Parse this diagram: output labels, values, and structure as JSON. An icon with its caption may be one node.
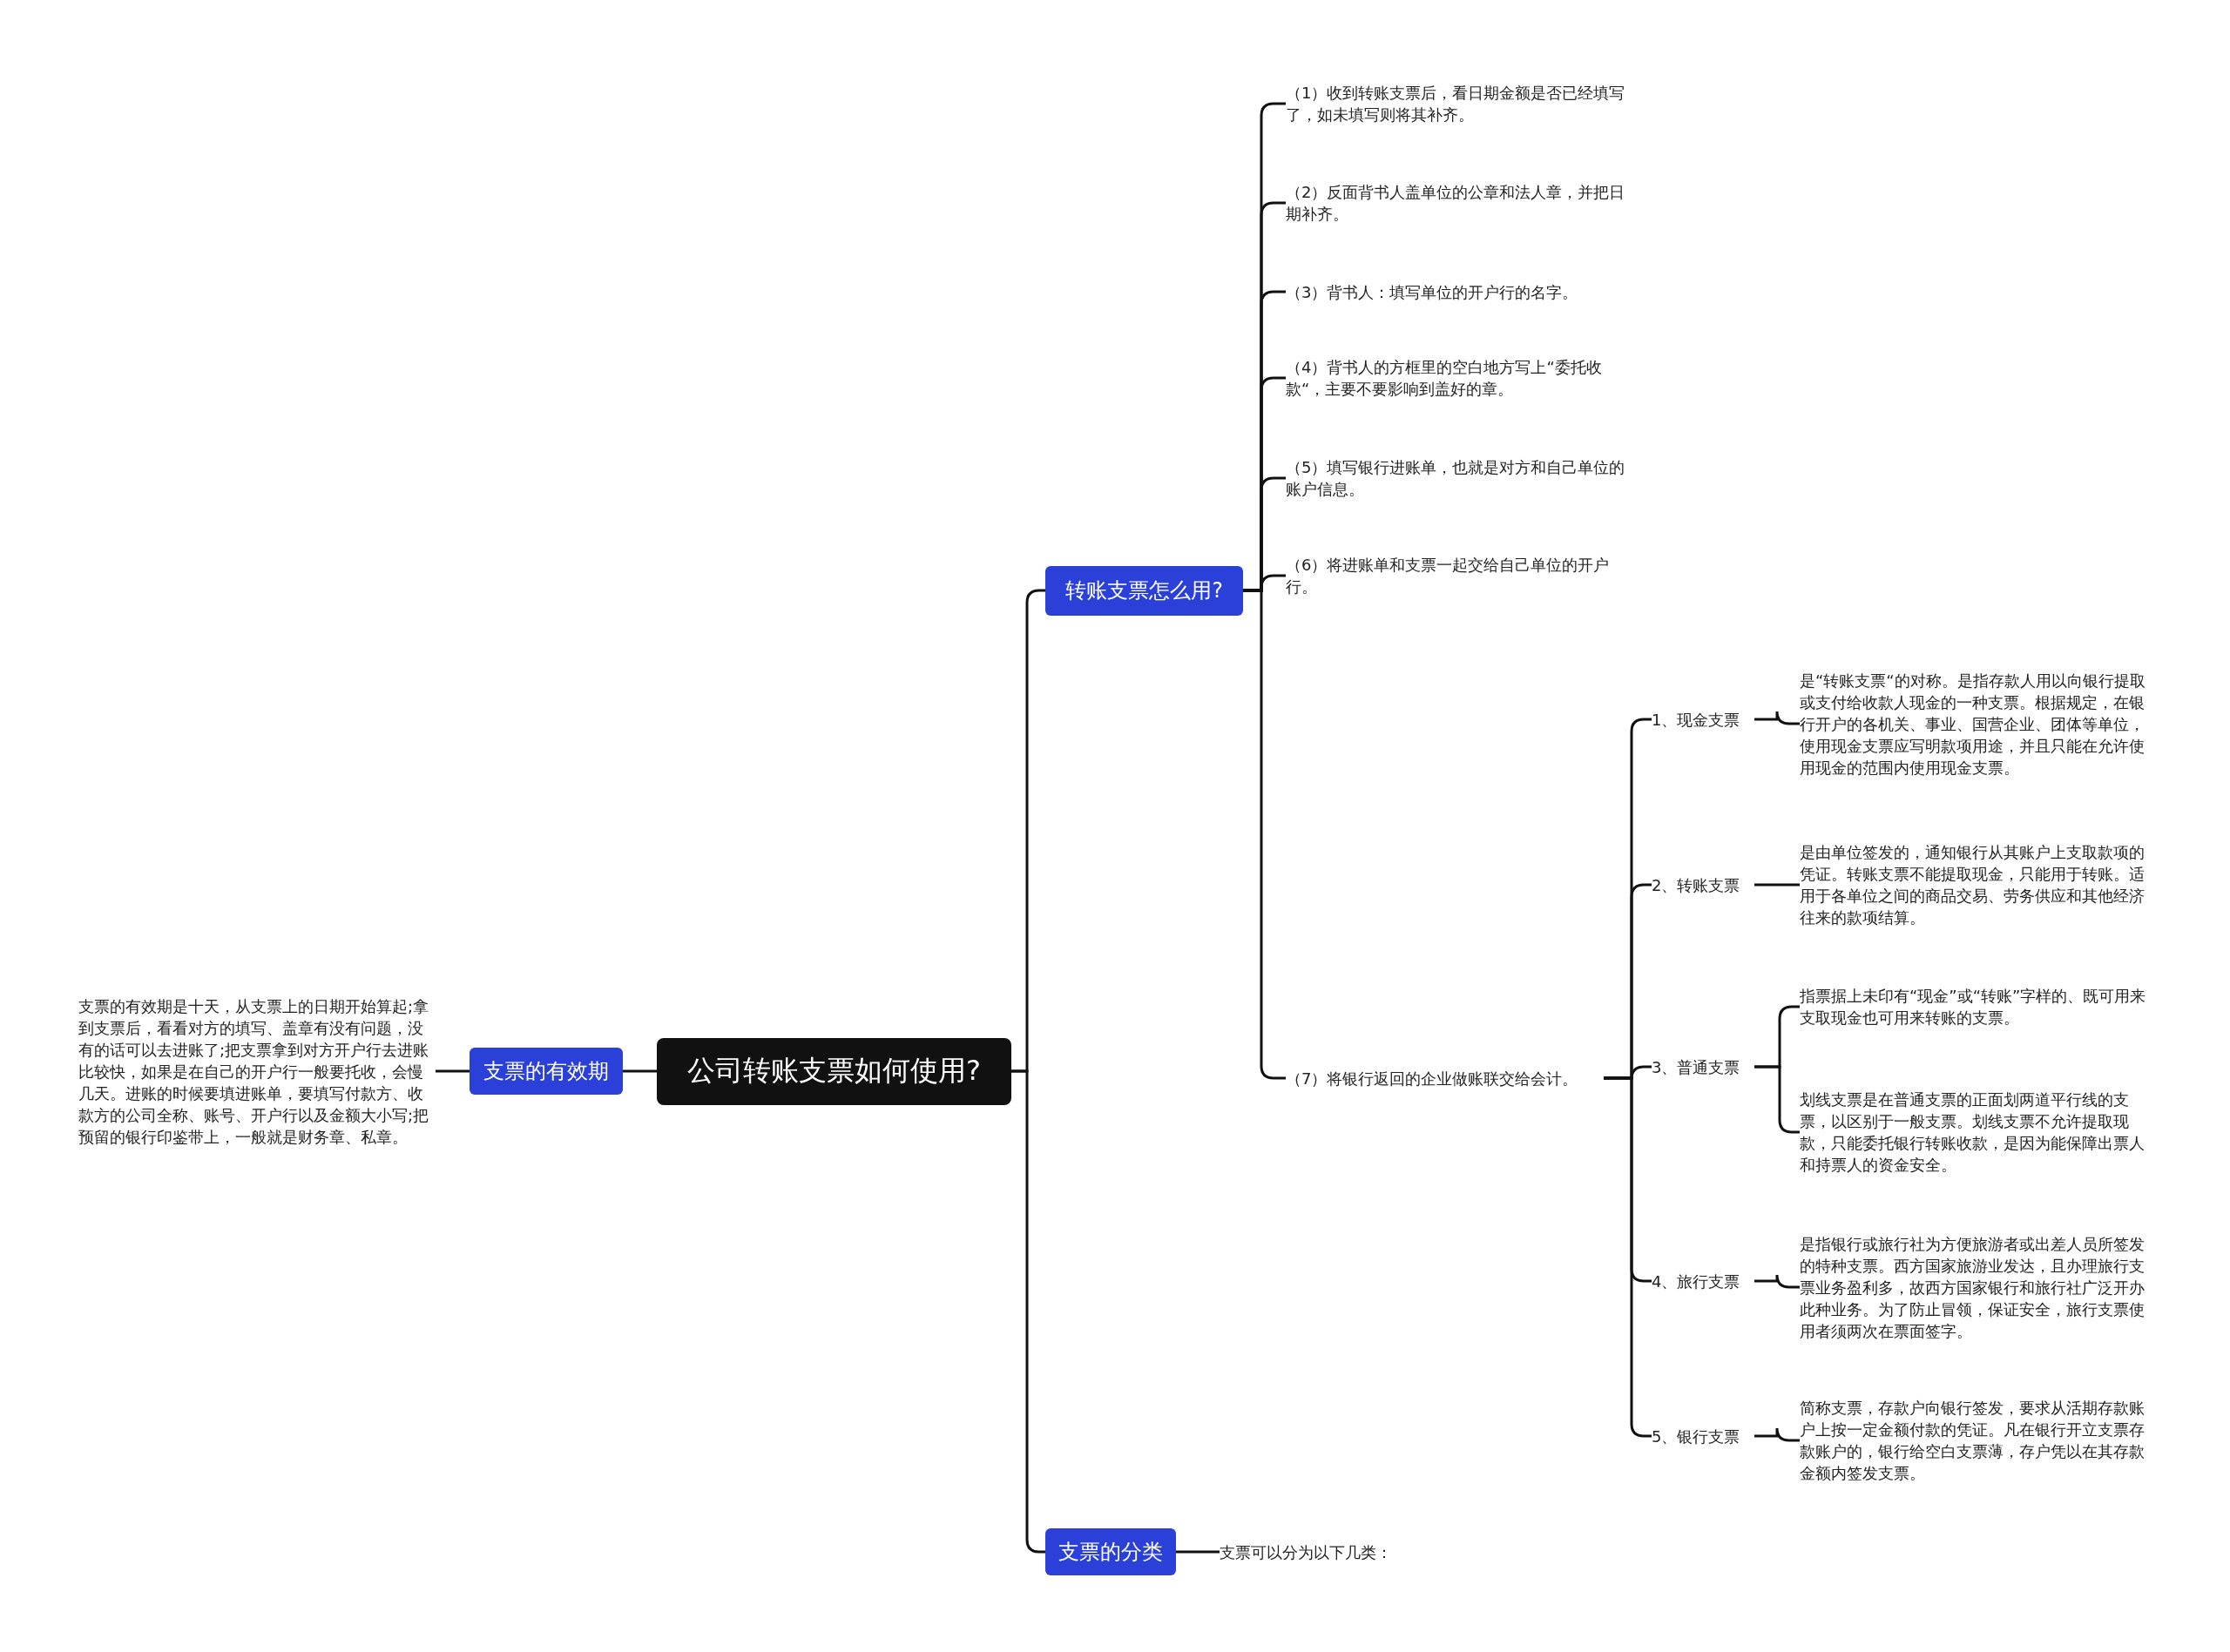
{
  "diagram": {
    "nodes": [
      {
        "text": [
          "公司转账支票如何使用?"
        ]
      },
      {
        "text": [
          "支票的有效期"
        ]
      },
      {
        "text": [
          "支票的有效期是十天，从支票上的日期开始算起;拿到支票后，看看对方的填写、盖章有没有问题，没有的话可以去进账了;把支票拿到对方开户行去进账比较快，如果是在自己的开户行一般要托收，会慢几天。进账的时候要填进账单，要填写付款方、收款方的公司全称、账号、开户行以及金额大小写;把预留的银行印鉴带上，一般就是财务章、私章。"
        ]
      },
      {
        "text": [
          "转账支票怎么用?"
        ]
      },
      {
        "text": [
          "（1）收到转账支票后，看日期金额是否已经填写了，如未填写则将其补齐。"
        ]
      },
      {
        "text": [
          "（2）反面背书人盖单位的公章和法人章，并把日期补齐。"
        ]
      },
      {
        "text": [
          "（3）背书人：填写单位的开户行的名字。"
        ]
      },
      {
        "text": [
          "（4）背书人的方框里的空白地方写上“委托收款“，主要不要影响到盖好的章。"
        ]
      },
      {
        "text": [
          "（5）填写银行进账单，也就是对方和自己单位的账户信息。"
        ]
      },
      {
        "text": [
          "（6）将进账单和支票一起交给自己单位的开户行。"
        ]
      },
      {
        "text": [
          "（7）将银行返回的企业做账联交给会计。"
        ]
      },
      {
        "text": [
          "1、现金支票"
        ]
      },
      {
        "text": [
          "是“转账支票“的对称。是指存款人用以向银行提取或支付给收款人现金的一种支票。根据规定，在银行开户的各机关、事业、国营企业、团体等单位，使用现金支票应写明款项用途，并且只能在允许使用现金的范围内使用现金支票。"
        ]
      },
      {
        "text": [
          "2、转账支票"
        ]
      },
      {
        "text": [
          "是由单位签发的，通知银行从其账户上支取款项的凭证。转账支票不能提取现金，只能用于转账。适用于各单位之间的商品交易、劳务供应和其他经济往来的款项结算。"
        ]
      },
      {
        "text": [
          "3、普通支票"
        ]
      },
      {
        "text": [
          "指票据上未印有“现金”或“转账”字样的、既可用来支取现金也可用来转账的支票。"
        ]
      },
      {
        "text": [
          "划线支票是在普通支票的正面划两道平行线的支票，以区别于一般支票。划线支票不允许提取现款，只能委托银行转账收款，是因为能保障出票人和持票人的资金安全。"
        ]
      },
      {
        "text": [
          "4、旅行支票"
        ]
      },
      {
        "text": [
          "是指银行或旅行社为方便旅游者或出差人员所签发的特种支票。西方国家旅游业发达，且办理旅行支票业务盈利多，故西方国家银行和旅行社广泛开办此种业务。为了防止冒领，保证安全，旅行支票使用者须两次在票面签字。"
        ]
      },
      {
        "text": [
          "5、银行支票"
        ]
      },
      {
        "text": [
          "简称支票，存款户向银行签发，要求从活期存款账户上按一定金额付款的凭证。凡在银行开立支票存款账户的，银行给空白支票薄，存户凭以在其存款金额内签发支票。"
        ]
      },
      {
        "text": [
          "支票的分类"
        ]
      },
      {
        "text": [
          "支票可以分为以下几类："
        ]
      }
    ],
    "edges": [
      {
        "from": 0,
        "to": 1,
        "arrow": "none"
      },
      {
        "from": 1,
        "to": 2,
        "arrow": "none"
      },
      {
        "from": 0,
        "to": 3,
        "arrow": "none"
      },
      {
        "from": 3,
        "to": 4,
        "arrow": "none"
      },
      {
        "from": 3,
        "to": 5,
        "arrow": "none"
      },
      {
        "from": 3,
        "to": 6,
        "arrow": "none"
      },
      {
        "from": 3,
        "to": 7,
        "arrow": "none"
      },
      {
        "from": 3,
        "to": 8,
        "arrow": "none"
      },
      {
        "from": 3,
        "to": 9,
        "arrow": "none"
      },
      {
        "from": 3,
        "to": 10,
        "arrow": "none"
      },
      {
        "from": 10,
        "to": 11,
        "arrow": "none"
      },
      {
        "from": 11,
        "to": 12,
        "arrow": "none"
      },
      {
        "from": 10,
        "to": 13,
        "arrow": "none"
      },
      {
        "from": 13,
        "to": 14,
        "arrow": "none"
      },
      {
        "from": 10,
        "to": 15,
        "arrow": "none"
      },
      {
        "from": 15,
        "to": 16,
        "arrow": "none"
      },
      {
        "from": 15,
        "to": 17,
        "arrow": "none"
      },
      {
        "from": 10,
        "to": 18,
        "arrow": "none"
      },
      {
        "from": 18,
        "to": 19,
        "arrow": "none"
      },
      {
        "from": 10,
        "to": 20,
        "arrow": "none"
      },
      {
        "from": 20,
        "to": 21,
        "arrow": "none"
      },
      {
        "from": 0,
        "to": 22,
        "arrow": "none"
      },
      {
        "from": 22,
        "to": 23,
        "arrow": "none"
      }
    ]
  }
}
